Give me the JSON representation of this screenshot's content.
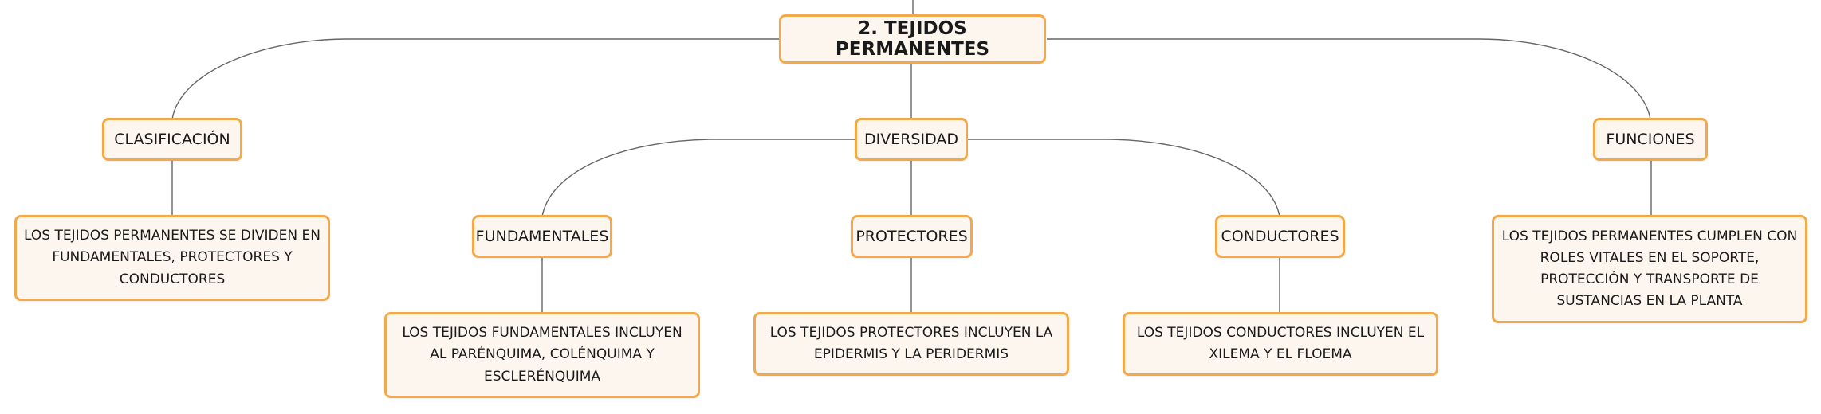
{
  "colors": {
    "node_fill": "#fdf6ee",
    "node_border": "#f3a94a",
    "connector": "#666666",
    "text": "#1a1a1a"
  },
  "root": {
    "label": "2. TEJIDOS PERMANENTES"
  },
  "branches": {
    "clasificacion": {
      "label": "CLASIFICACIÓN",
      "description": "LOS TEJIDOS PERMANENTES SE DIVIDEN EN FUNDAMENTALES, PROTECTORES Y CONDUCTORES"
    },
    "diversidad": {
      "label": "DIVERSIDAD",
      "children": {
        "fundamentales": {
          "label": "FUNDAMENTALES",
          "description": "LOS TEJIDOS FUNDAMENTALES INCLUYEN AL PARÉNQUIMA, COLÉNQUIMA Y ESCLERÉNQUIMA"
        },
        "protectores": {
          "label": "PROTECTORES",
          "description": "LOS TEJIDOS PROTECTORES INCLUYEN LA EPIDERMIS Y LA PERIDERMIS"
        },
        "conductores": {
          "label": "CONDUCTORES",
          "description": "LOS TEJIDOS CONDUCTORES INCLUYEN EL XILEMA Y EL FLOEMA"
        }
      }
    },
    "funciones": {
      "label": "FUNCIONES",
      "description": "LOS TEJIDOS PERMANENTES CUMPLEN CON ROLES VITALES EN EL SOPORTE, PROTECCIÓN Y TRANSPORTE DE SUSTANCIAS EN LA PLANTA"
    }
  }
}
